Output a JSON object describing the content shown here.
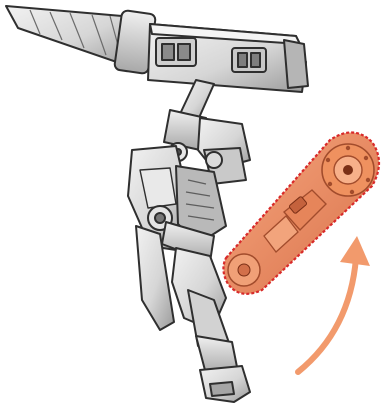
{
  "scene": {
    "background": "#ffffff",
    "mech_body_color": "#d9d9d9",
    "mech_shadow_color": "#8f8f8f",
    "mech_outline_color": "#2f2f2f",
    "highlight_fill": "#ee8e62",
    "highlight_outline": "#d82a2a",
    "arrow_color": "#f29a6c",
    "icons": [
      "drill-arm",
      "mech-leg",
      "highlighted-arm-part",
      "curved-arrow"
    ]
  }
}
